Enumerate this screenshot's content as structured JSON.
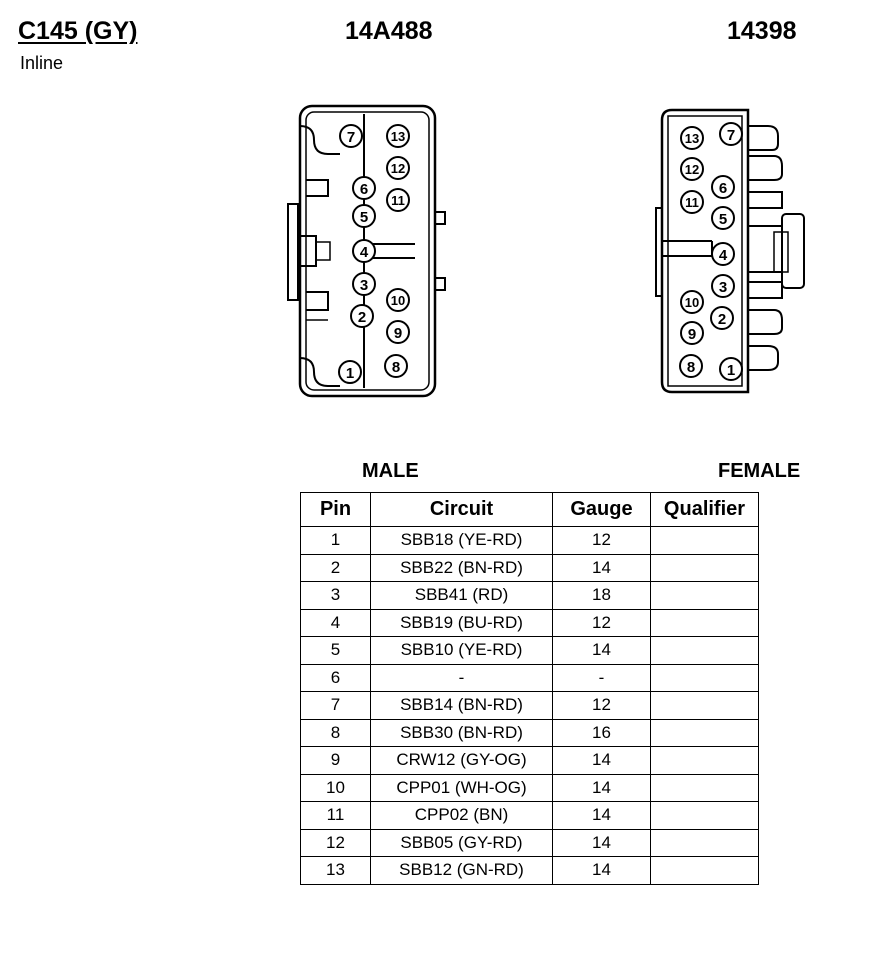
{
  "header": {
    "connector": "C145 (GY)",
    "part_number_1": "14A488",
    "part_number_2": "14398",
    "type": "Inline"
  },
  "views": {
    "male_label": "MALE",
    "female_label": "FEMALE"
  },
  "table": {
    "columns": [
      "Pin",
      "Circuit",
      "Gauge",
      "Qualifier"
    ],
    "rows": [
      {
        "pin": "1",
        "circuit": "SBB18 (YE-RD)",
        "gauge": "12",
        "qualifier": ""
      },
      {
        "pin": "2",
        "circuit": "SBB22 (BN-RD)",
        "gauge": "14",
        "qualifier": ""
      },
      {
        "pin": "3",
        "circuit": "SBB41 (RD)",
        "gauge": "18",
        "qualifier": ""
      },
      {
        "pin": "4",
        "circuit": "SBB19 (BU-RD)",
        "gauge": "12",
        "qualifier": ""
      },
      {
        "pin": "5",
        "circuit": "SBB10 (YE-RD)",
        "gauge": "14",
        "qualifier": ""
      },
      {
        "pin": "6",
        "circuit": "-",
        "gauge": "-",
        "qualifier": ""
      },
      {
        "pin": "7",
        "circuit": "SBB14 (BN-RD)",
        "gauge": "12",
        "qualifier": ""
      },
      {
        "pin": "8",
        "circuit": "SBB30 (BN-RD)",
        "gauge": "16",
        "qualifier": ""
      },
      {
        "pin": "9",
        "circuit": "CRW12 (GY-OG)",
        "gauge": "14",
        "qualifier": ""
      },
      {
        "pin": "10",
        "circuit": "CPP01 (WH-OG)",
        "gauge": "14",
        "qualifier": ""
      },
      {
        "pin": "11",
        "circuit": "CPP02 (BN)",
        "gauge": "14",
        "qualifier": ""
      },
      {
        "pin": "12",
        "circuit": "SBB05 (GY-RD)",
        "gauge": "14",
        "qualifier": ""
      },
      {
        "pin": "13",
        "circuit": "SBB12 (GN-RD)",
        "gauge": "14",
        "qualifier": ""
      }
    ]
  }
}
